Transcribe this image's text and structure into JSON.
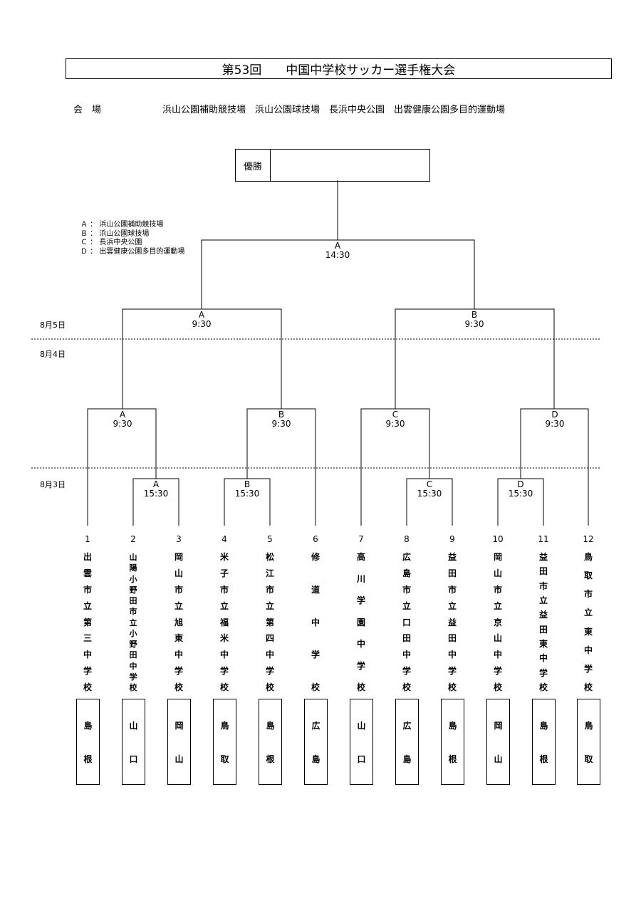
{
  "title": "第53回　　中国中学校サッカー選手権大会",
  "venue_label": "会　場",
  "venues_line": "浜山公園補助競技場　浜山公園球技場　長浜中央公園　出雲健康公園多目的運動場",
  "winner_label": "優勝",
  "legend": [
    "Ａ ： 浜山公園補助競技場",
    "Ｂ ： 浜山公園球技場",
    "Ｃ ： 長浜中央公園",
    "Ｄ ： 出雲健康公園多目的運動場"
  ],
  "dates": {
    "day5": "8月5日",
    "day4": "8月4日",
    "day3": "8月3日"
  },
  "matches": {
    "final": {
      "venue": "A",
      "time": "14:30"
    },
    "semi_left": {
      "venue": "A",
      "time": "9:30"
    },
    "semi_right": {
      "venue": "B",
      "time": "9:30"
    },
    "qf1": {
      "venue": "A",
      "time": "9:30"
    },
    "qf2": {
      "venue": "B",
      "time": "9:30"
    },
    "qf3": {
      "venue": "C",
      "time": "9:30"
    },
    "qf4": {
      "venue": "D",
      "time": "9:30"
    },
    "r1_a": {
      "venue": "A",
      "time": "15:30"
    },
    "r1_b": {
      "venue": "B",
      "time": "15:30"
    },
    "r1_c": {
      "venue": "C",
      "time": "15:30"
    },
    "r1_d": {
      "venue": "D",
      "time": "15:30"
    }
  },
  "teams": [
    {
      "seed": "1",
      "school": "出雲市立第三中学校",
      "pref": [
        "島",
        "根"
      ]
    },
    {
      "seed": "2",
      "school": "山陽小野田市立小野田中学校",
      "pref": [
        "山",
        "口"
      ]
    },
    {
      "seed": "3",
      "school": "岡山市立旭東中学校",
      "pref": [
        "岡",
        "山"
      ]
    },
    {
      "seed": "4",
      "school": "米子市立福米中学校",
      "pref": [
        "鳥",
        "取"
      ]
    },
    {
      "seed": "5",
      "school": "松江市立第四中学校",
      "pref": [
        "島",
        "根"
      ]
    },
    {
      "seed": "6",
      "school": "修道中学校",
      "pref": [
        "広",
        "島"
      ]
    },
    {
      "seed": "7",
      "school": "高川学園中学校",
      "pref": [
        "山",
        "口"
      ]
    },
    {
      "seed": "8",
      "school": "広島市立口田中学校",
      "pref": [
        "広",
        "島"
      ]
    },
    {
      "seed": "9",
      "school": "益田市立益田中学校",
      "pref": [
        "島",
        "根"
      ]
    },
    {
      "seed": "10",
      "school": "岡山市立京山中学校",
      "pref": [
        "岡",
        "山"
      ]
    },
    {
      "seed": "11",
      "school": "益田市立益田東中学校",
      "pref": [
        "島",
        "根"
      ]
    },
    {
      "seed": "12",
      "school": "鳥取市立東中学校",
      "pref": [
        "鳥",
        "取"
      ]
    }
  ]
}
